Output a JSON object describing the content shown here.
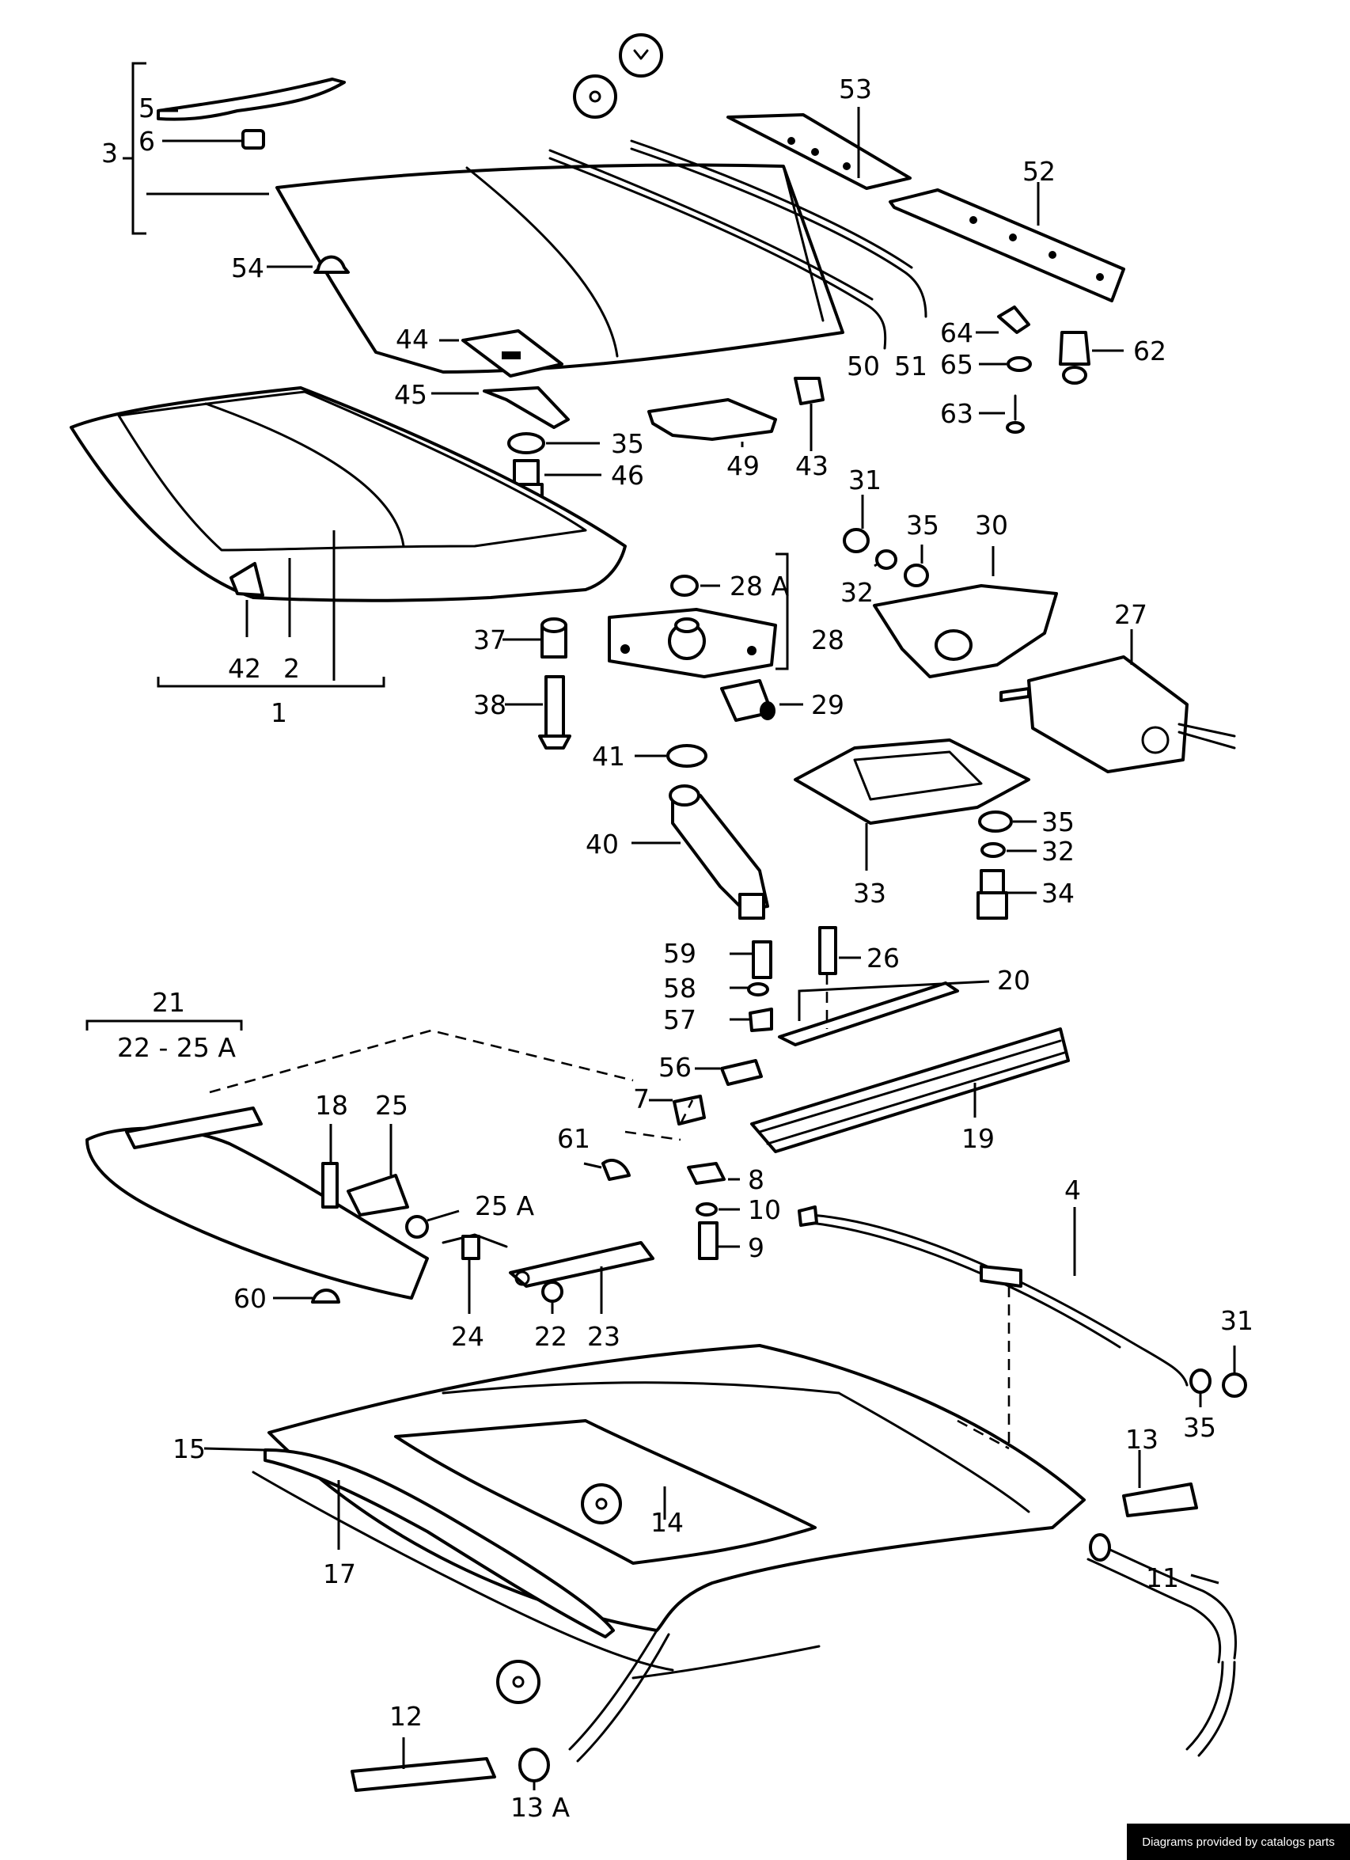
{
  "diagram": {
    "callouts": [
      {
        "id": "c5",
        "label": "5"
      },
      {
        "id": "c6",
        "label": "6"
      },
      {
        "id": "c3",
        "label": "3"
      },
      {
        "id": "c54",
        "label": "54"
      },
      {
        "id": "c44",
        "label": "44"
      },
      {
        "id": "c45",
        "label": "45"
      },
      {
        "id": "c35a",
        "label": "35"
      },
      {
        "id": "c46",
        "label": "46"
      },
      {
        "id": "c49",
        "label": "49"
      },
      {
        "id": "c43",
        "label": "43"
      },
      {
        "id": "c50",
        "label": "50"
      },
      {
        "id": "c51",
        "label": "51"
      },
      {
        "id": "c53",
        "label": "53"
      },
      {
        "id": "c52",
        "label": "52"
      },
      {
        "id": "c64",
        "label": "64"
      },
      {
        "id": "c65",
        "label": "65"
      },
      {
        "id": "c62",
        "label": "62"
      },
      {
        "id": "c63",
        "label": "63"
      },
      {
        "id": "c31a",
        "label": "31"
      },
      {
        "id": "c35b",
        "label": "35"
      },
      {
        "id": "c30",
        "label": "30"
      },
      {
        "id": "c32a",
        "label": "32"
      },
      {
        "id": "c28A",
        "label": "28 A"
      },
      {
        "id": "c28",
        "label": "28"
      },
      {
        "id": "c37",
        "label": "37"
      },
      {
        "id": "c38",
        "label": "38"
      },
      {
        "id": "c29",
        "label": "29"
      },
      {
        "id": "c27",
        "label": "27"
      },
      {
        "id": "c42",
        "label": "42"
      },
      {
        "id": "c2",
        "label": "2"
      },
      {
        "id": "c1",
        "label": "1"
      },
      {
        "id": "c41",
        "label": "41"
      },
      {
        "id": "c40",
        "label": "40"
      },
      {
        "id": "c33",
        "label": "33"
      },
      {
        "id": "c35c",
        "label": "35"
      },
      {
        "id": "c32b",
        "label": "32"
      },
      {
        "id": "c34",
        "label": "34"
      },
      {
        "id": "c59",
        "label": "59"
      },
      {
        "id": "c26",
        "label": "26"
      },
      {
        "id": "c58",
        "label": "58"
      },
      {
        "id": "c20",
        "label": "20"
      },
      {
        "id": "c57",
        "label": "57"
      },
      {
        "id": "c56",
        "label": "56"
      },
      {
        "id": "c7",
        "label": "7"
      },
      {
        "id": "c19",
        "label": "19"
      },
      {
        "id": "c21",
        "label": "21"
      },
      {
        "id": "c22_25A",
        "label": "22 - 25 A"
      },
      {
        "id": "c18",
        "label": "18"
      },
      {
        "id": "c25",
        "label": "25"
      },
      {
        "id": "c25A",
        "label": "25 A"
      },
      {
        "id": "c61",
        "label": "61"
      },
      {
        "id": "c8",
        "label": "8"
      },
      {
        "id": "c10",
        "label": "10"
      },
      {
        "id": "c9",
        "label": "9"
      },
      {
        "id": "c4",
        "label": "4"
      },
      {
        "id": "c60",
        "label": "60"
      },
      {
        "id": "c24",
        "label": "24"
      },
      {
        "id": "c22",
        "label": "22"
      },
      {
        "id": "c23",
        "label": "23"
      },
      {
        "id": "c31b",
        "label": "31"
      },
      {
        "id": "c35d",
        "label": "35"
      },
      {
        "id": "c15",
        "label": "15"
      },
      {
        "id": "c14",
        "label": "14"
      },
      {
        "id": "c13",
        "label": "13"
      },
      {
        "id": "c17",
        "label": "17"
      },
      {
        "id": "c11",
        "label": "11"
      },
      {
        "id": "c12",
        "label": "12"
      },
      {
        "id": "c13A",
        "label": "13 A"
      }
    ]
  },
  "footer": {
    "text": "Diagrams provided by catalogs parts"
  }
}
